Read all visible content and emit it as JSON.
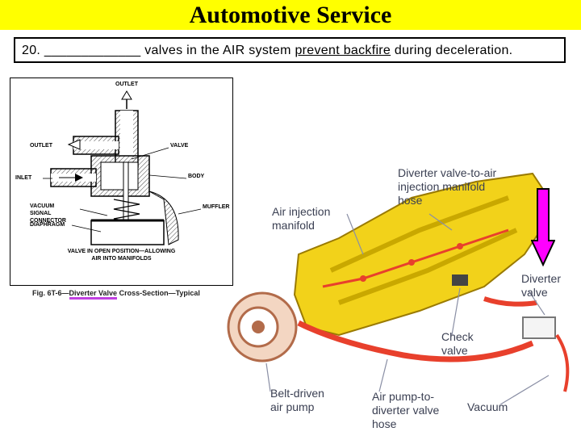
{
  "slide": {
    "title": "Automotive Service",
    "question": {
      "number": "20.",
      "blank": "_____________",
      "text_before": " valves in the AIR system ",
      "underlined": "prevent backfire",
      "text_after": " during deceleration."
    }
  },
  "figure_left": {
    "labels": {
      "outlet_top": "OUTLET",
      "outlet_side": "OUTLET",
      "valve": "VALVE",
      "inlet": "INLET",
      "body": "BODY",
      "vacuum_signal": [
        "VACUUM",
        "SIGNAL",
        "CONNECTOR"
      ],
      "muffler": "MUFFLER",
      "diaphragm": "DIAPHRAGM",
      "position_note": [
        "VALVE IN OPEN POSITION—ALLOWING",
        "AIR INTO MANIFOLDS"
      ]
    },
    "caption_prefix": "Fig. 6T-6—",
    "caption_highlight": "Diverter Valve",
    "caption_suffix": " Cross-Section—Typical"
  },
  "figure_right": {
    "labels": {
      "diverter_hose": [
        "Diverter valve-to-air",
        "injection manifold",
        "hose"
      ],
      "air_injection": [
        "Air injection",
        "manifold"
      ],
      "diverter_valve": [
        "Diverter",
        "valve"
      ],
      "check_valve": [
        "Check",
        "valve"
      ],
      "air_pump": [
        "Belt-driven",
        "air pump"
      ],
      "pump_hose": [
        "Air pump-to-",
        "diverter valve",
        "hose"
      ],
      "vacuum": "Vacuum"
    },
    "arrow_color": "#ff00ff"
  },
  "colors": {
    "title_bg": "#ffff00",
    "engine_yellow": "#f2d21a",
    "hose_red": "#e8402c",
    "highlight_purple": "#c040e0"
  }
}
